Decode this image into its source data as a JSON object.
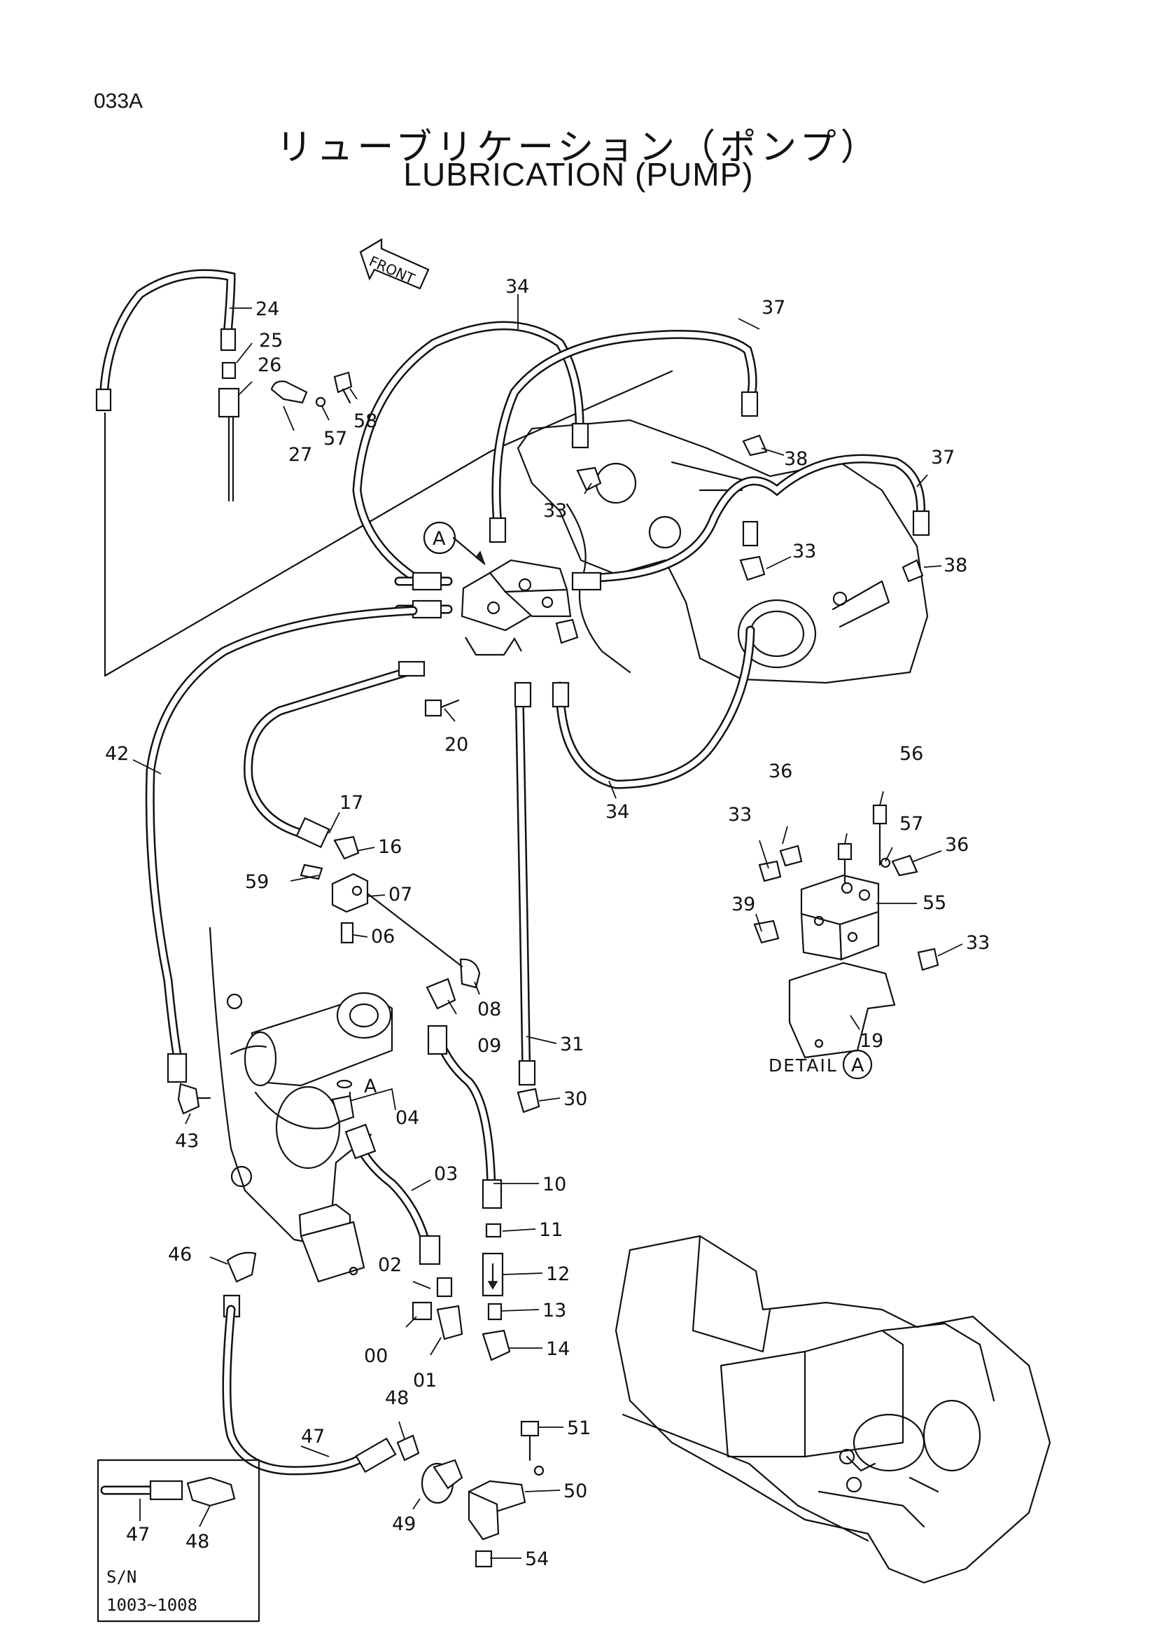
{
  "header": {
    "page_code": "033A",
    "title_jp": "リューブリケーション（ポンプ）",
    "title_en": "LUBRICATION (PUMP)"
  },
  "orientation": {
    "front_label": "FRONT"
  },
  "part_labels": [
    "24",
    "25",
    "26",
    "27",
    "57",
    "58",
    "34",
    "37",
    "38",
    "33",
    "37",
    "33",
    "38",
    "A",
    "20",
    "42",
    "34",
    "17",
    "16",
    "59",
    "07",
    "06",
    "08",
    "09",
    "31",
    "30",
    "43",
    "04",
    "A",
    "03",
    "10",
    "11",
    "12",
    "13",
    "14",
    "46",
    "02",
    "00",
    "01",
    "48",
    "51",
    "50",
    "47",
    "49",
    "54",
    "30",
    "56",
    "36",
    "33",
    "57",
    "36",
    "55",
    "39",
    "33",
    "19"
  ],
  "detail": {
    "caption": "DETAIL",
    "marker": "A"
  },
  "inset": {
    "part_a": "47",
    "part_b": "48",
    "sn_label": "S/N",
    "sn_range": "1003~1008"
  }
}
